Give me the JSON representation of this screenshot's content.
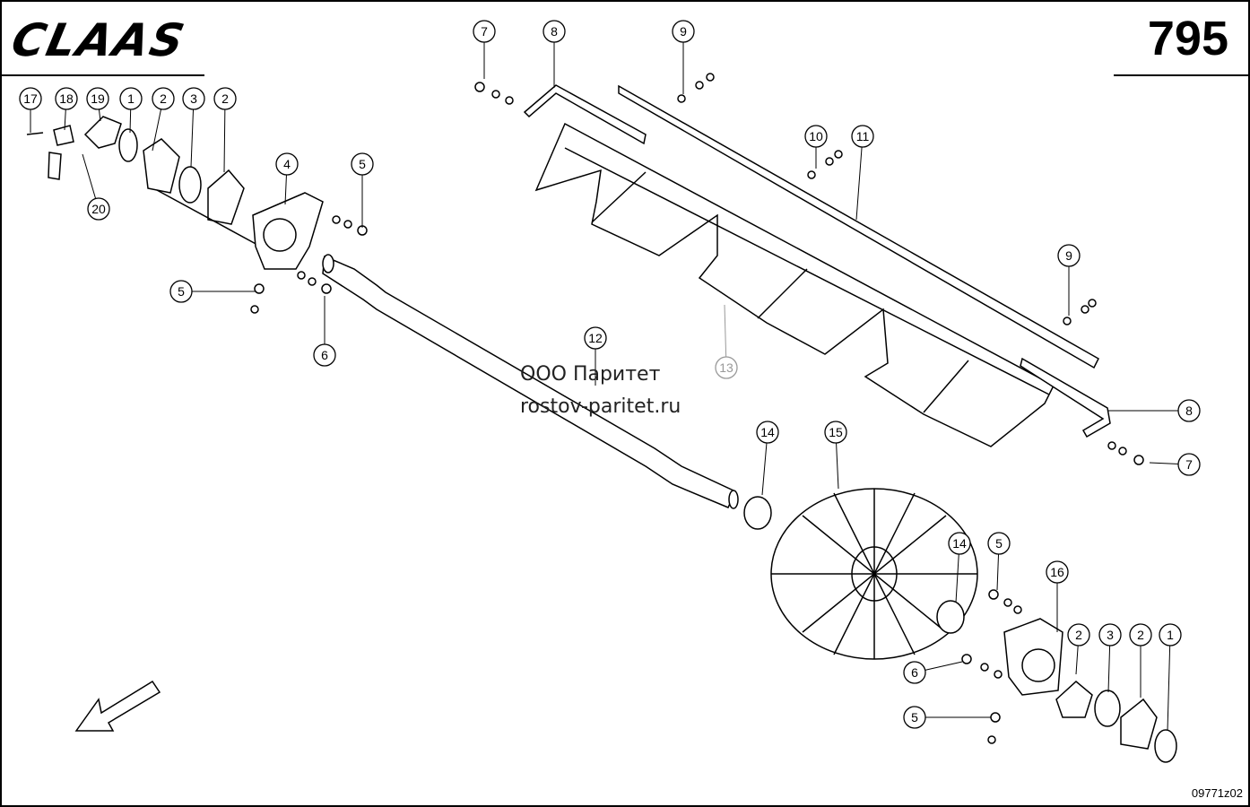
{
  "header": {
    "brand": "CLAAS",
    "page_number": "795"
  },
  "footer": {
    "drawing_code": "09771z02"
  },
  "watermark": {
    "company": "ООО Паритет",
    "website": "rostov-paritet.ru"
  },
  "callouts": [
    "17",
    "18",
    "19",
    "1",
    "2",
    "3",
    "2",
    "4",
    "5",
    "20",
    "5",
    "6",
    "7",
    "8",
    "9",
    "10",
    "11",
    "12",
    "13",
    "9",
    "8",
    "7",
    "14",
    "15",
    "14",
    "5",
    "16",
    "6",
    "2",
    "3",
    "2",
    "1",
    "5"
  ]
}
